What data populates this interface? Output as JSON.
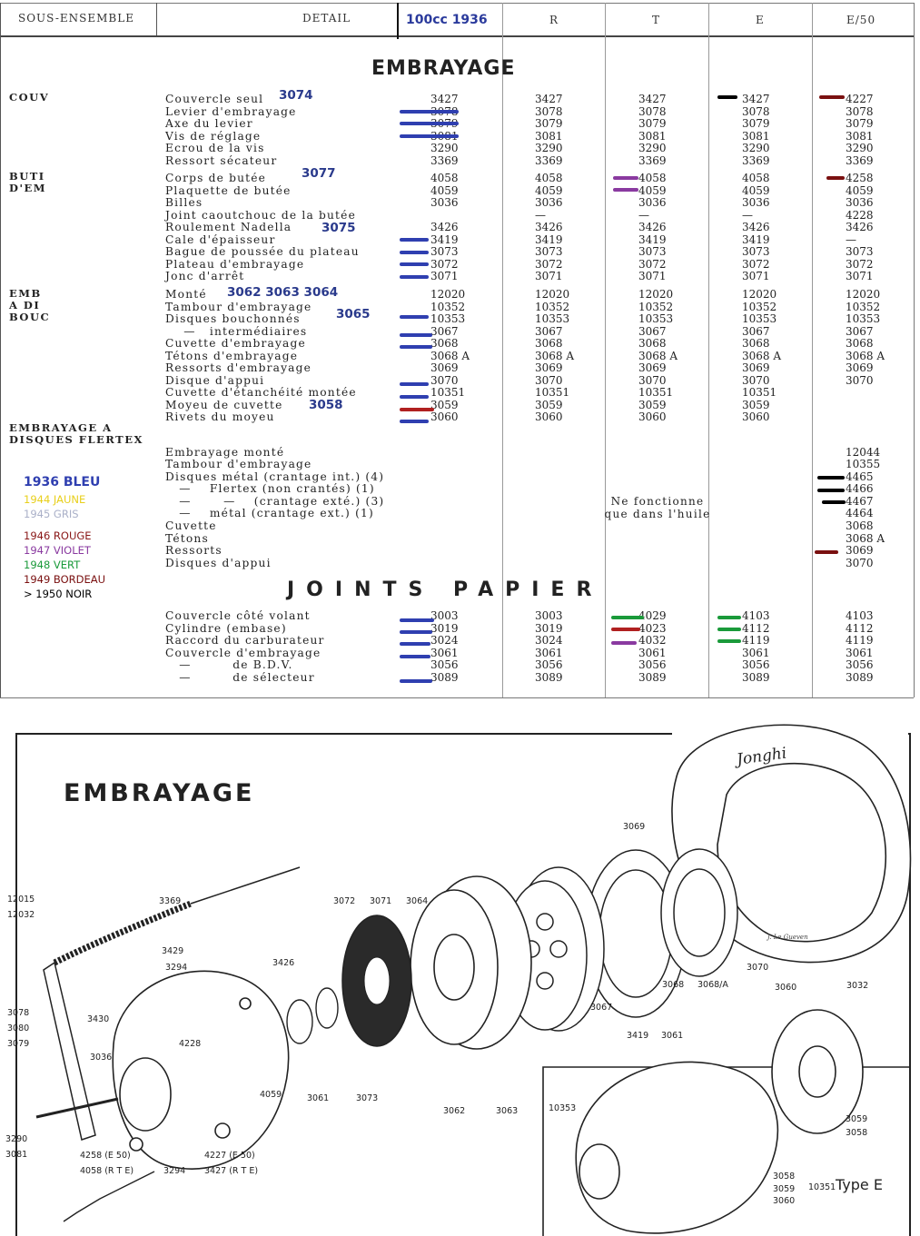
{
  "header": {
    "sous_ensemble": "SOUS-ENSEMBLE",
    "detail": "DETAIL",
    "model": "100cc 1936",
    "r": "R",
    "t": "T",
    "e": "E",
    "e50": "E/50"
  },
  "section_embrayage_title": "EMBRAYAGE",
  "section_joints_title": "JOINTS PAPIER",
  "groups": [
    {
      "lines": [
        "COUV"
      ]
    },
    {
      "lines": [
        "BUTI",
        "D'EM"
      ]
    },
    {
      "lines": [
        "EMB",
        "A DI",
        "BOUC"
      ]
    },
    {
      "lines": [
        "EMBRAYAGE A",
        "DISQUES FLERTEX"
      ]
    }
  ],
  "annotations": [
    "3074",
    "3077",
    "3075",
    "3062 3063 3064",
    "3065",
    "3058"
  ],
  "rows": [
    {
      "label": "Couvercle seul",
      "c1": "3427",
      "r": "3427",
      "t": "3427",
      "e": "3427",
      "e50": "4227"
    },
    {
      "label": "Levier d'embrayage",
      "c1": "3078",
      "r": "3078",
      "t": "3078",
      "e": "3078",
      "e50": "3078"
    },
    {
      "label": "Axe du levier",
      "c1": "3079",
      "r": "3079",
      "t": "3079",
      "e": "3079",
      "e50": "3079"
    },
    {
      "label": "Vis de réglage",
      "c1": "3081",
      "r": "3081",
      "t": "3081",
      "e": "3081",
      "e50": "3081"
    },
    {
      "label": "Ecrou de la vis",
      "c1": "3290",
      "r": "3290",
      "t": "3290",
      "e": "3290",
      "e50": "3290"
    },
    {
      "label": "Ressort sécateur",
      "c1": "3369",
      "r": "3369",
      "t": "3369",
      "e": "3369",
      "e50": "3369"
    },
    {
      "label": "Corps de butée",
      "c1": "4058",
      "r": "4058",
      "t": "4058",
      "e": "4058",
      "e50": "4258"
    },
    {
      "label": "Plaquette de butée",
      "c1": "4059",
      "r": "4059",
      "t": "4059",
      "e": "4059",
      "e50": "4059"
    },
    {
      "label": "Billes",
      "c1": "3036",
      "r": "3036",
      "t": "3036",
      "e": "3036",
      "e50": "3036"
    },
    {
      "label": "Joint caoutchouc de la butée",
      "c1": "",
      "r": "—",
      "t": "—",
      "e": "—",
      "e50": "4228"
    },
    {
      "label": "Roulement Nadella",
      "c1": "3426",
      "r": "3426",
      "t": "3426",
      "e": "3426",
      "e50": "3426"
    },
    {
      "label": "Cale d'épaisseur",
      "c1": "3419",
      "r": "3419",
      "t": "3419",
      "e": "3419",
      "e50": "—"
    },
    {
      "label": "Bague de poussée du plateau",
      "c1": "3073",
      "r": "3073",
      "t": "3073",
      "e": "3073",
      "e50": "3073"
    },
    {
      "label": "Plateau d'embrayage",
      "c1": "3072",
      "r": "3072",
      "t": "3072",
      "e": "3072",
      "e50": "3072"
    },
    {
      "label": "Jonc d'arrêt",
      "c1": "3071",
      "r": "3071",
      "t": "3071",
      "e": "3071",
      "e50": "3071"
    },
    {
      "label": "Monté",
      "c1": "12020",
      "r": "12020",
      "t": "12020",
      "e": "12020",
      "e50": "12020"
    },
    {
      "label": "Tambour d'embrayage",
      "c1": "10352",
      "r": "10352",
      "t": "10352",
      "e": "10352",
      "e50": "10352"
    },
    {
      "label": "Disques bouchonnés",
      "c1": "10353",
      "r": "10353",
      "t": "10353",
      "e": "10353",
      "e50": "10353"
    },
    {
      "label": "    —   intermédiaires",
      "c1": "3067",
      "r": "3067",
      "t": "3067",
      "e": "3067",
      "e50": "3067"
    },
    {
      "label": "Cuvette d'embrayage",
      "c1": "3068",
      "r": "3068",
      "t": "3068",
      "e": "3068",
      "e50": "3068"
    },
    {
      "label": "Tétons d'embrayage",
      "c1": "3068 A",
      "r": "3068 A",
      "t": "3068 A",
      "e": "3068 A",
      "e50": "3068 A"
    },
    {
      "label": "Ressorts d'embrayage",
      "c1": "3069",
      "r": "3069",
      "t": "3069",
      "e": "3069",
      "e50": "3069"
    },
    {
      "label": "Disque d'appui",
      "c1": "3070",
      "r": "3070",
      "t": "3070",
      "e": "3070",
      "e50": "3070"
    },
    {
      "label": "Cuvette d'étanchéité montée",
      "c1": "10351",
      "r": "10351",
      "t": "10351",
      "e": "10351",
      "e50": ""
    },
    {
      "label": "Moyeu de cuvette",
      "c1": "3059",
      "r": "3059",
      "t": "3059",
      "e": "3059",
      "e50": ""
    },
    {
      "label": "Rivets du moyeu",
      "c1": "3060",
      "r": "3060",
      "t": "3060",
      "e": "3060",
      "e50": ""
    }
  ],
  "flertex_rows": [
    {
      "label": "Embrayage monté",
      "e50": "12044"
    },
    {
      "label": "Tambour d'embrayage",
      "e50": "10355"
    },
    {
      "label": "Disques métal (crantage int.) (4)",
      "e50": "4465"
    },
    {
      "label": "   —    Flertex (non crantés) (1)",
      "e50": "4466"
    },
    {
      "label": "   —       —    (crantage exté.) (3)",
      "e50": "4467"
    },
    {
      "label": "   —    métal (crantage ext.) (1)",
      "e50": "4464"
    },
    {
      "label": "Cuvette",
      "e50": "3068"
    },
    {
      "label": "Tétons",
      "e50": "3068 A"
    },
    {
      "label": "Ressorts",
      "e50": "3069"
    },
    {
      "label": "Disques d'appui",
      "e50": "3070"
    }
  ],
  "flertex_note": [
    "Ne fonctionne",
    "que dans l'huile"
  ],
  "joints_rows": [
    {
      "label": "Couvercle côté volant",
      "c1": "3003",
      "r": "3003",
      "t": "4029",
      "e": "4103",
      "e50": "4103"
    },
    {
      "label": "Cylindre (embase)",
      "c1": "3019",
      "r": "3019",
      "t": "4023",
      "e": "4112",
      "e50": "4112"
    },
    {
      "label": "Raccord du carburateur",
      "c1": "3024",
      "r": "3024",
      "t": "4032",
      "e": "4119",
      "e50": "4119"
    },
    {
      "label": "Couvercle d'embrayage",
      "c1": "3061",
      "r": "3061",
      "t": "3061",
      "e": "3061",
      "e50": "3061"
    },
    {
      "label": "   —         de B.D.V.",
      "c1": "3056",
      "r": "3056",
      "t": "3056",
      "e": "3056",
      "e50": "3056"
    },
    {
      "label": "   —         de sélecteur",
      "c1": "3089",
      "r": "3089",
      "t": "3089",
      "e": "3089",
      "e50": "3089"
    }
  ],
  "legend": [
    {
      "text": "1936 BLEU",
      "color": "#2f3fb0"
    },
    {
      "text": "1944 JAUNE",
      "color": "#f0d000"
    },
    {
      "text": "1945 GRIS",
      "color": "#b0b4c8"
    },
    {
      "text": "1946 ROUGE",
      "color": "#b02020"
    },
    {
      "text": "1947 VIOLET",
      "color": "#8a3aa0"
    },
    {
      "text": "1948 VERT",
      "color": "#1a9a3a"
    },
    {
      "text": "1949 BORDEAU",
      "color": "#7a1010"
    },
    {
      "text": "> 1950 NOIR",
      "color": "#000000"
    }
  ],
  "diagram": {
    "title": "EMBRAYAGE",
    "brand": "Jonghi",
    "type_label": "Type E",
    "signature": "J. Le Gueven",
    "part_labels": [
      "12015",
      "12032",
      "3078",
      "3080",
      "3079",
      "3290",
      "3081",
      "3369",
      "3429",
      "3294",
      "3430",
      "3036",
      "4228",
      "3426",
      "4059",
      "3061",
      "3073",
      "3072",
      "3071",
      "3064",
      "3062",
      "3063",
      "10353",
      "3067",
      "3068",
      "3068/A",
      "3070",
      "3069",
      "3060",
      "3032",
      "3419",
      "3061",
      "3059",
      "3058",
      "3058",
      "3059",
      "3060",
      "10351",
      "4258 (E 50)",
      "4058 (R T E)",
      "3294",
      "4227 (E 50)",
      "3427 (R T E)"
    ]
  }
}
